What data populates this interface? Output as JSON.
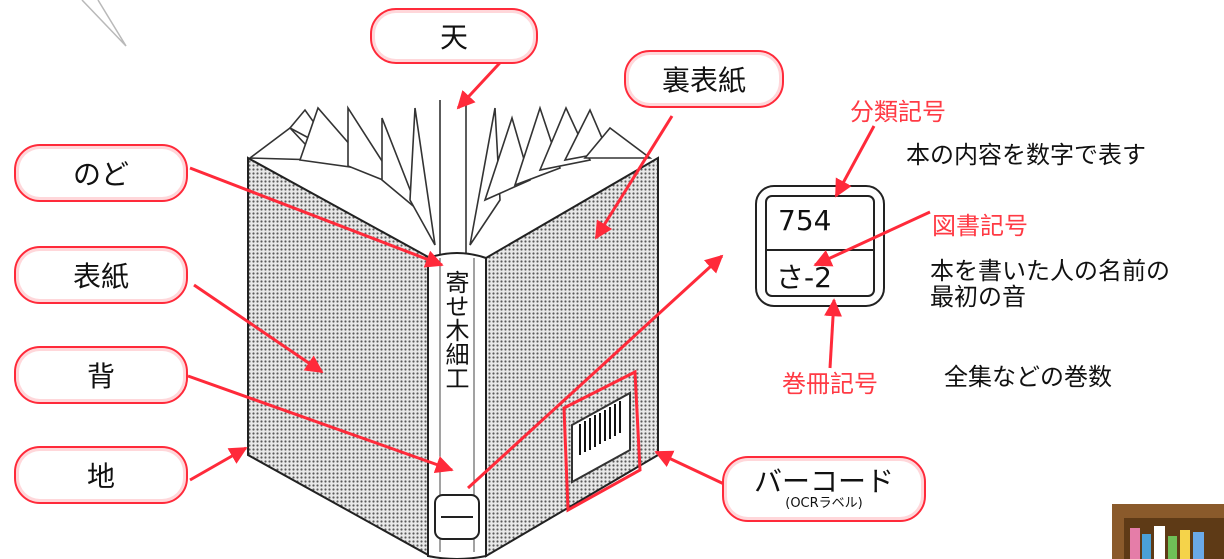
{
  "labels": {
    "ten": "天",
    "urabyoushi": "裏表紙",
    "nodo": "のど",
    "hyoushi": "表紙",
    "se": "背",
    "chi": "地",
    "barcode": "バーコード",
    "barcode_sub": "(OCRラベル)"
  },
  "book": {
    "spine_title": "寄せ木細工"
  },
  "call_label": {
    "number": "754",
    "author_code": "さ-2"
  },
  "annotations": {
    "bunrui": {
      "title": "分類記号",
      "desc": "本の内容を数字で表す"
    },
    "tosho": {
      "title": "図書記号",
      "desc_line1": "本を書いた人の名前の",
      "desc_line2": "最初の音"
    },
    "kansatsu": {
      "title": "巻冊記号",
      "desc": "全集などの巻数"
    }
  },
  "colors": {
    "accent": "#ff2a3a",
    "annotation_red": "#ff3a44",
    "cover_dot": "#4a4a4a"
  }
}
